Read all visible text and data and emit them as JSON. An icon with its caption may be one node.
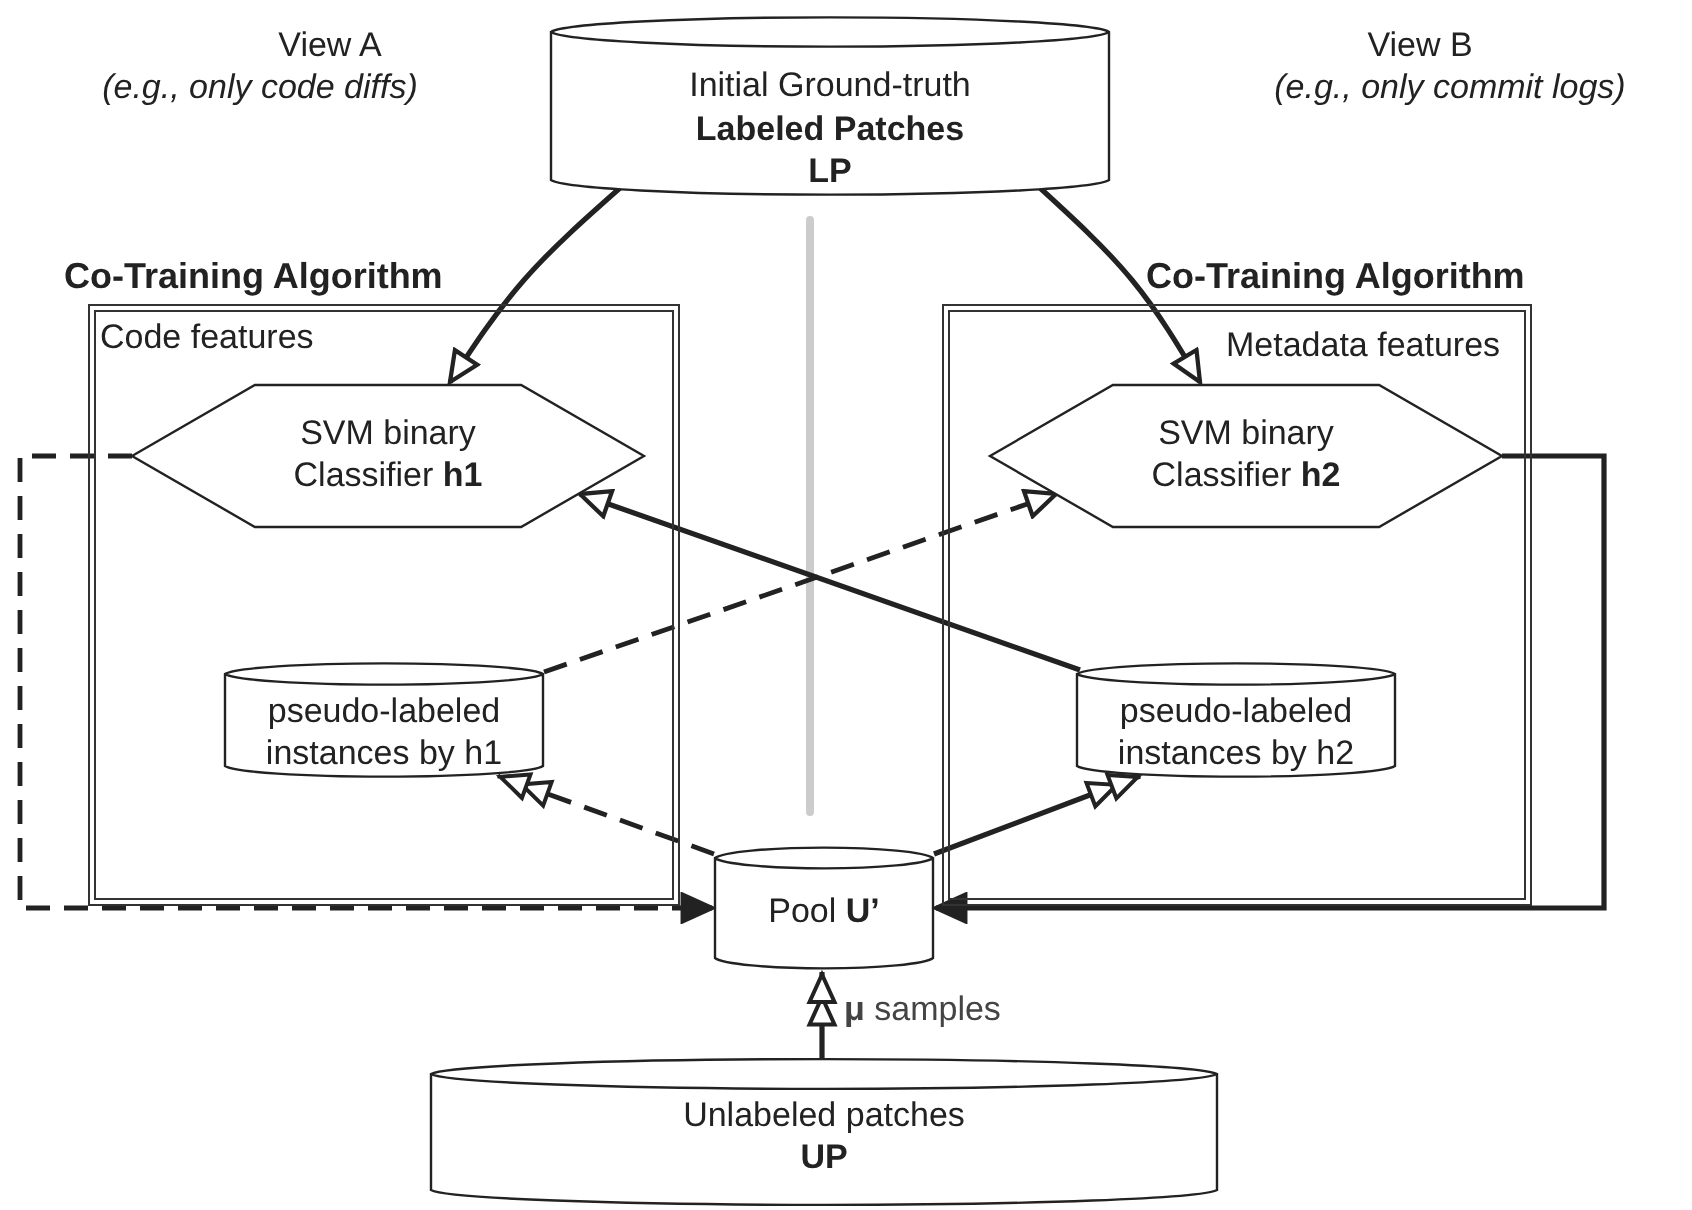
{
  "diagram": {
    "nodes": [
      {
        "text": [
          "Initial Ground-truth",
          "Labeled Patches LP"
        ]
      },
      {
        "text": [
          "Co-Training Algorithm",
          "Code features"
        ]
      },
      {
        "text": [
          "SVM binary Classifier **h1**"
        ],
        "in": 1
      },
      {
        "text": [
          "pseudo-labeled instances by h1"
        ],
        "in": 1
      },
      {
        "text": [
          "Co-Training Algorithm",
          "Metadata features"
        ]
      },
      {
        "text": [
          "SVM binary Classifier **h2**"
        ],
        "in": 4
      },
      {
        "text": [
          "pseudo-labeled instances by h2"
        ],
        "in": 4
      },
      {
        "text": [
          "Pool **U’**"
        ]
      },
      {
        "text": [
          "Unlabeled patches",
          "UP"
        ]
      }
    ],
    "edges": [
      {
        "from": 0,
        "to": 2,
        "arrow": "to"
      },
      {
        "from": 0,
        "to": 5,
        "arrow": "to"
      },
      {
        "from": 6,
        "to": 2,
        "arrow": "to"
      },
      {
        "from": 3,
        "to": 5,
        "arrow": "to",
        "style": "dashed"
      },
      {
        "from": 7,
        "to": 3,
        "arrow": "to",
        "style": "dashed"
      },
      {
        "from": 7,
        "to": 6,
        "arrow": "to"
      },
      {
        "from": 2,
        "to": 7,
        "arrow": "to",
        "style": "dashed"
      },
      {
        "from": 5,
        "to": 7,
        "arrow": "to"
      },
      {
        "from": 8,
        "to": 7,
        "arrow": "to",
        "label": "**μ** samples"
      }
    ],
    "labels": [
      "View A",
      "(e.g., only code diffs)",
      "View B",
      "(e.g., only commit logs)"
    ]
  }
}
